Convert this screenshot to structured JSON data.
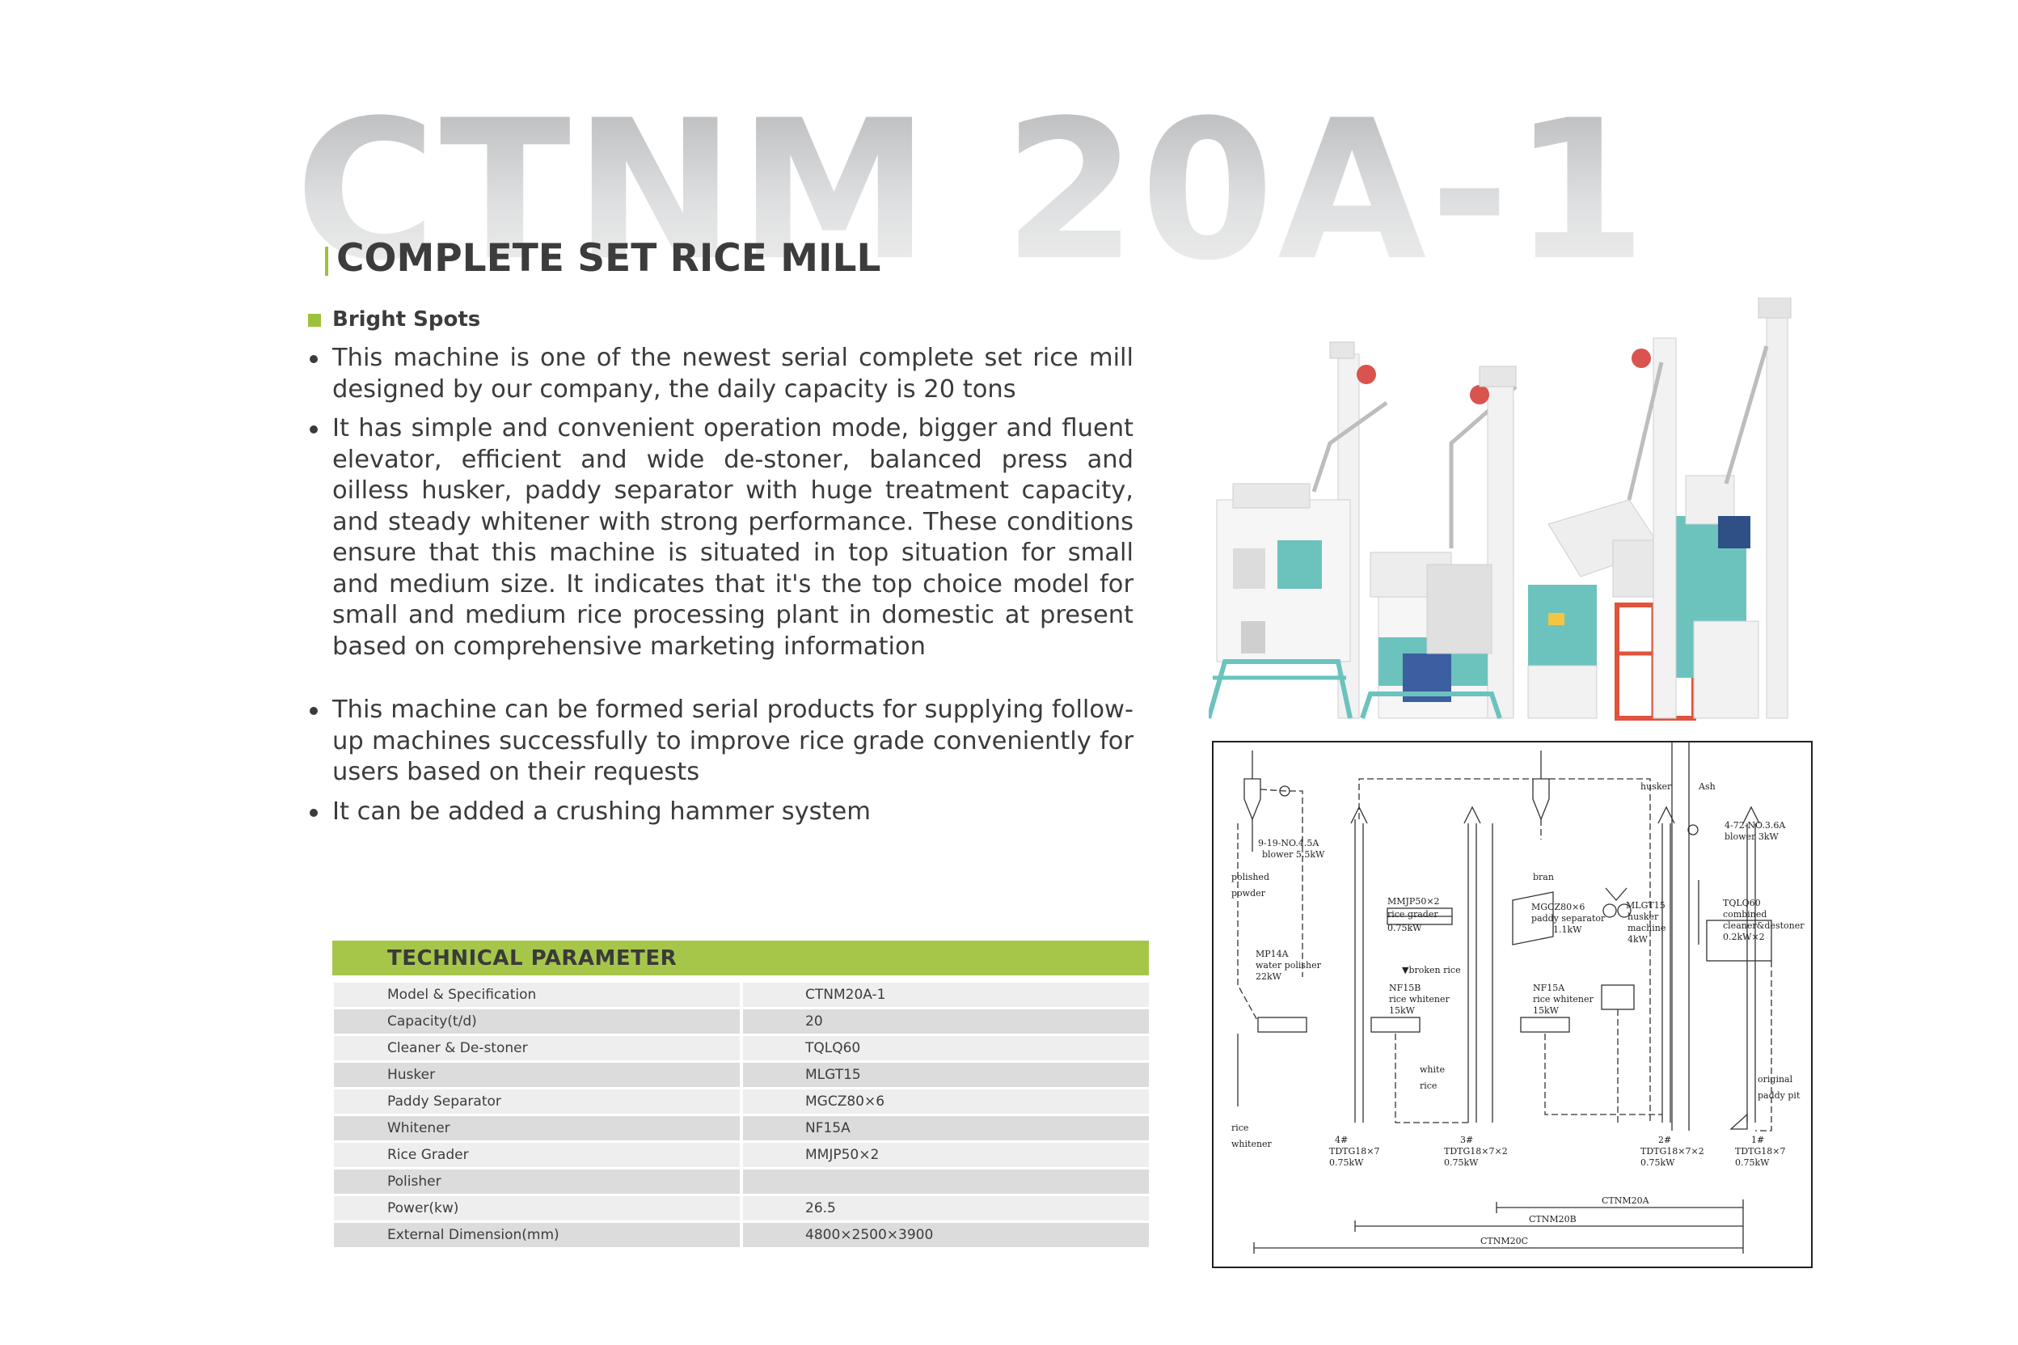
{
  "header": {
    "model": "CTNM 20A-1",
    "subtitle": "COMPLETE SET RICE MILL"
  },
  "bright_spots": {
    "label": "Bright Spots",
    "items": [
      "This machine is one of the newest serial complete set rice mill designed by our company, the daily capacity is 20 tons",
      "It has simple and convenient operation mode, bigger and fluent elevator, efficient and wide de-stoner, balanced press and oilless husker, paddy separator with huge treatment capacity, and steady whitener with strong performance. These conditions ensure that this machine is situated in top situation for small and medium size. It indicates that it's the top choice model for small and medium rice processing plant in domestic at present based on comprehensive marketing information",
      "This machine can be formed serial products for supplying follow-up machines successfully to improve rice grade conveniently for users based on their requests",
      "It can be added a crushing hammer system"
    ]
  },
  "technical_parameter": {
    "title": "TECHNICAL PARAMETER",
    "rows": [
      {
        "key": "Model & Specification",
        "value": "CTNM20A-1"
      },
      {
        "key": "Capacity(t/d)",
        "value": "20"
      },
      {
        "key": "Cleaner & De-stoner",
        "value": "TQLQ60"
      },
      {
        "key": "Husker",
        "value": "MLGT15"
      },
      {
        "key": "Paddy Separator",
        "value": "MGCZ80×6"
      },
      {
        "key": "Whitener",
        "value": "NF15A"
      },
      {
        "key": "Rice Grader",
        "value": "MMJP50×2"
      },
      {
        "key": "Polisher",
        "value": ""
      },
      {
        "key": "Power(kw)",
        "value": "26.5"
      },
      {
        "key": "External Dimension(mm)",
        "value": "4800×2500×3900"
      }
    ]
  },
  "diagram": {
    "labels": {
      "husker": "husker",
      "ash": "Ash",
      "blower_right": "4-72-NO.3.6A",
      "blower_right_power": "blower 3kW",
      "blower_left": "9-19-NO.4.5A",
      "blower_left_power": "blower 5.5kW",
      "polished": "polished",
      "powder": "powder",
      "bran": "bran",
      "grader_model": "MMJP50×2",
      "grader_name": "rice grader",
      "grader_power": "0.75kW",
      "broken_rice": "▼broken rice",
      "separator_model": "MGCZ80×6",
      "separator_name": "paddy separator",
      "separator_power": "1.1kW",
      "husker_model": "MLGT15",
      "husker_name": "husker",
      "husker_machine": "machine",
      "husker_power": "4kW",
      "cleaner_model": "TQLQ60",
      "cleaner_name": "combined",
      "cleaner_name2": "cleaner&destoner",
      "cleaner_power": "0.2kW×2",
      "polisher_model": "MP14A",
      "polisher_name": "water polisher",
      "polisher_power": "22kW",
      "whitener1_model": "NF15B",
      "whitener1_name": "rice whitener",
      "whitener1_power": "15kW",
      "whitener2_model": "NF15A",
      "whitener2_name": "rice whitener",
      "whitener2_power": "15kW",
      "white": "white",
      "rice": "rice",
      "original": "original",
      "paddy_pit": "paddy pit",
      "rice_out": "rice",
      "whitener_out": "whitener",
      "elev4": "4#",
      "elev4_model": "TDTG18×7",
      "elev4_power": "0.75kW",
      "elev3": "3#",
      "elev3_model": "TDTG18×7×2",
      "elev3_power": "0.75kW",
      "elev2": "2#",
      "elev2_model": "TDTG18×7×2",
      "elev2_power": "0.75kW",
      "elev1": "1#",
      "elev1_model": "TDTG18×7",
      "elev1_power": "0.75kW",
      "range_a": "CTNM20A",
      "range_b": "CTNM20B",
      "range_c": "CTNM20C"
    }
  },
  "colors": {
    "accent_green": "#9dc23a",
    "header_green": "#a6c64a",
    "machine_teal": "#6cc3bd",
    "machine_red": "#e0533c"
  }
}
